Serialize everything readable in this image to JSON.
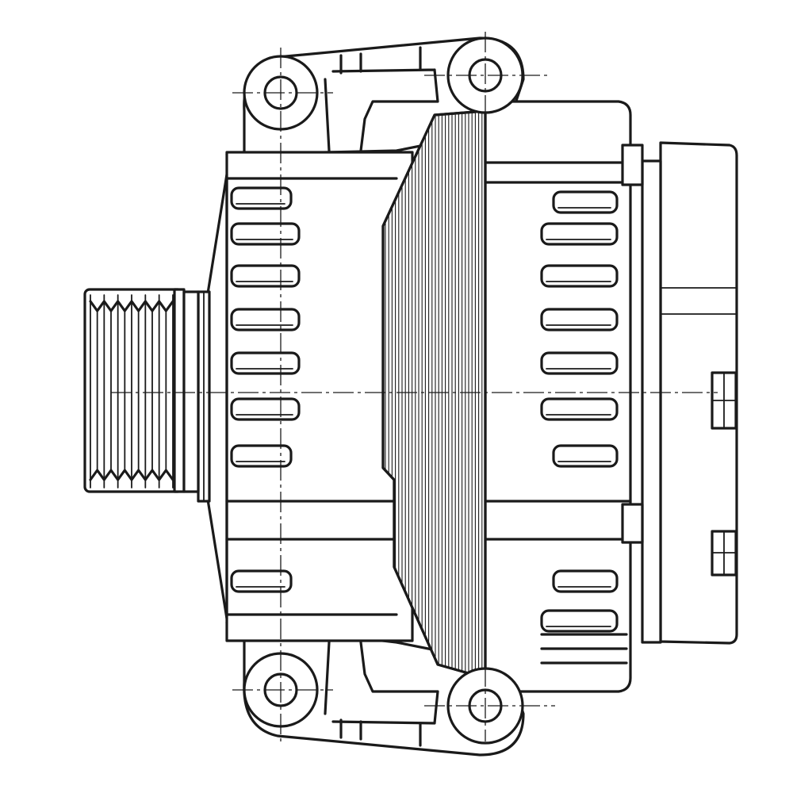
{
  "drawing": {
    "subject": "alternator-line-drawing",
    "line_color": "#1a1a1a",
    "background_color": "#ffffff",
    "pulley_grooves": 6,
    "components": {
      "pulley": "ribbed-belt-pulley",
      "drive_end_housing": "vented-front-housing",
      "stator": "laminated-stator-core",
      "slip_ring_end_housing": "vented-rear-housing",
      "rear_cover": "regulator-rectifier-cover",
      "mounting": "mounting-lug-eyes"
    }
  }
}
